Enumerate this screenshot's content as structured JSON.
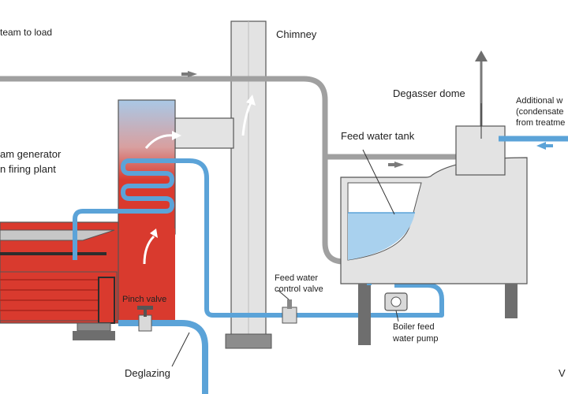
{
  "labels": {
    "steam_to_load": "team to load",
    "chimney": "Chimney",
    "degasser_dome": "Degasser dome",
    "additional_water_1": "Additional w",
    "additional_water_2": "(condensate",
    "additional_water_3": "from treatme",
    "steam_generator_1": "am generator",
    "steam_generator_2": "n firing plant",
    "feed_water_tank": "Feed water tank",
    "feed_water_control_1": "Feed water",
    "feed_water_control_2": "control valve",
    "pinch_valve": "Pinch valve",
    "boiler_pump_1": "Boiler feed",
    "boiler_pump_2": "water pump",
    "deglazing": "Deglazing",
    "corner_letter": "V"
  },
  "colors": {
    "water_blue": "#5ba3d8",
    "water_fill": "#a9d1ee",
    "steam_grey": "#a0a0a0",
    "fire_red": "#d93a2e",
    "equipment_grey": "#e3e3e3",
    "outline": "#555555",
    "dark_grey": "#6e6e6e"
  },
  "icons": [
    "flow-arrow-icon",
    "exhaust-arrow-icon",
    "vent-arrow-icon",
    "valve-icon",
    "pump-icon"
  ]
}
